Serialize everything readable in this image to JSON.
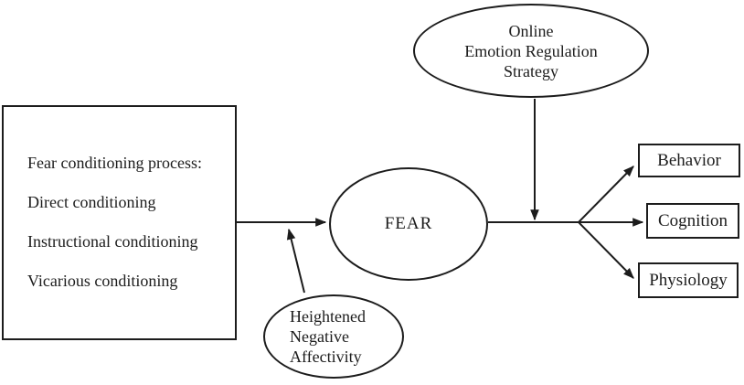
{
  "diagram": {
    "type": "flow-diagram",
    "background_color": "#ffffff",
    "line_color": "#1c1c1c",
    "nodes": {
      "fear_conditioning_box": {
        "shape": "rectangle",
        "lines": [
          "Fear conditioning process:",
          "Direct conditioning",
          "Instructional conditioning",
          "Vicarious conditioning"
        ]
      },
      "online_emotion_regulation": {
        "shape": "ellipse",
        "lines": [
          "Online",
          "Emotion Regulation",
          "Strategy"
        ]
      },
      "fear": {
        "shape": "ellipse",
        "label": "FEAR"
      },
      "heightened_negative_affectivity": {
        "shape": "ellipse",
        "lines": [
          "Heightened",
          "Negative",
          "Affectivity"
        ]
      },
      "behavior": {
        "shape": "rectangle",
        "label": "Behavior"
      },
      "cognition": {
        "shape": "rectangle",
        "label": "Cognition"
      },
      "physiology": {
        "shape": "rectangle",
        "label": "Physiology"
      }
    },
    "edges": [
      {
        "from": "fear_conditioning_box",
        "to": "fear",
        "arrowhead": true
      },
      {
        "from": "heightened_negative_affectivity",
        "to": "path:fear_conditioning_box-fear",
        "arrowhead": true
      },
      {
        "from": "online_emotion_regulation",
        "to": "path:fear-outcomes",
        "arrowhead": true
      },
      {
        "from": "fear",
        "to": "behavior",
        "arrowhead": true
      },
      {
        "from": "fear",
        "to": "cognition",
        "arrowhead": true
      },
      {
        "from": "fear",
        "to": "physiology",
        "arrowhead": true
      }
    ]
  }
}
